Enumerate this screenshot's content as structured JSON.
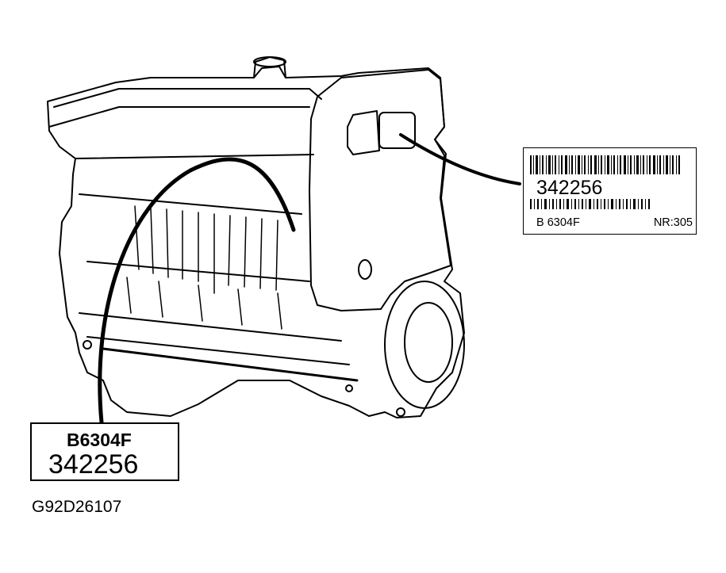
{
  "figure": {
    "code": "G92D26107"
  },
  "engine_label": {
    "serial": "342256",
    "model": "B 6304F",
    "nr": "NR:305"
  },
  "block_stamp": {
    "model": "B6304F",
    "serial": "342256"
  }
}
